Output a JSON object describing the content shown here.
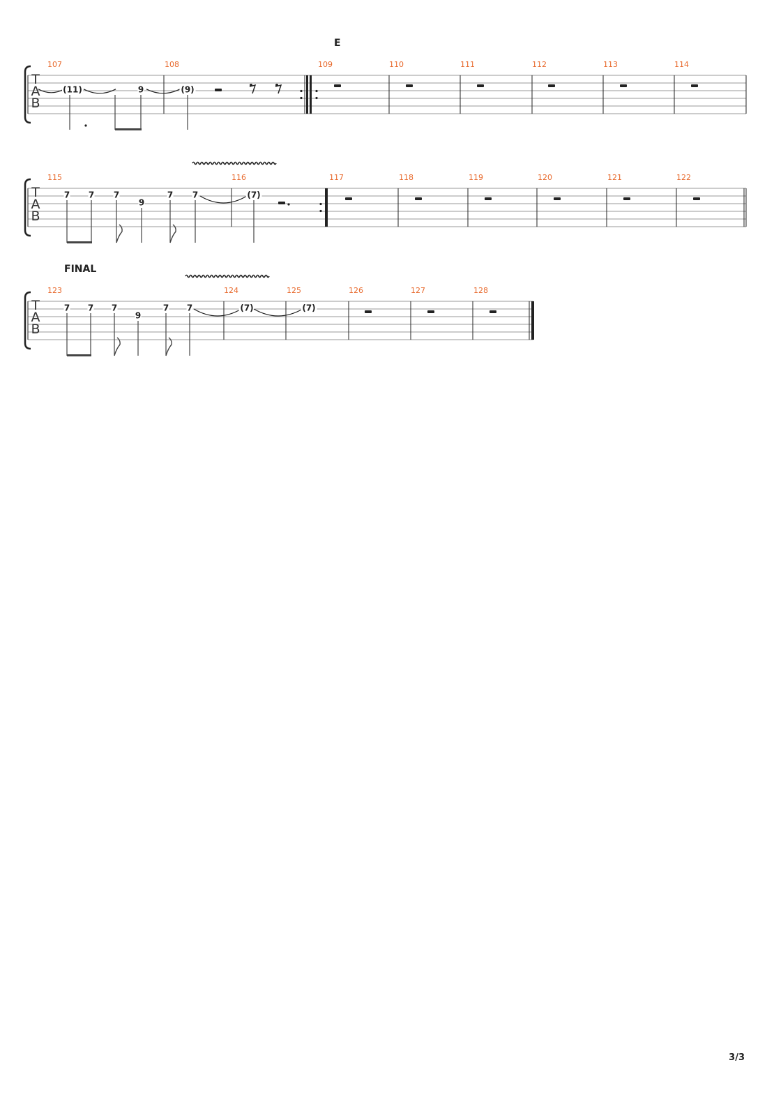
{
  "sections": {
    "e": "E",
    "final": "FINAL"
  },
  "page_number": "3/3",
  "tab_clef": [
    "T",
    "A",
    "B"
  ],
  "colors": {
    "measure_number": "#e8692c",
    "ink": "#222222",
    "staff_line": "#9a9a9a"
  },
  "systems": [
    {
      "measure_numbers": [
        "107",
        "108",
        "109",
        "110",
        "111",
        "112",
        "113",
        "114"
      ],
      "frets": [
        "(11)",
        "9",
        "(9)"
      ],
      "vibrato": false
    },
    {
      "measure_numbers": [
        "115",
        "116",
        "117",
        "118",
        "119",
        "120",
        "121",
        "122"
      ],
      "frets": [
        "7",
        "7",
        "7",
        "9",
        "7",
        "7",
        "(7)"
      ],
      "vibrato": true
    },
    {
      "measure_numbers": [
        "123",
        "124",
        "125",
        "126",
        "127",
        "128"
      ],
      "frets": [
        "7",
        "7",
        "7",
        "9",
        "7",
        "7",
        "(7)",
        "(7)"
      ],
      "vibrato": true
    }
  ]
}
